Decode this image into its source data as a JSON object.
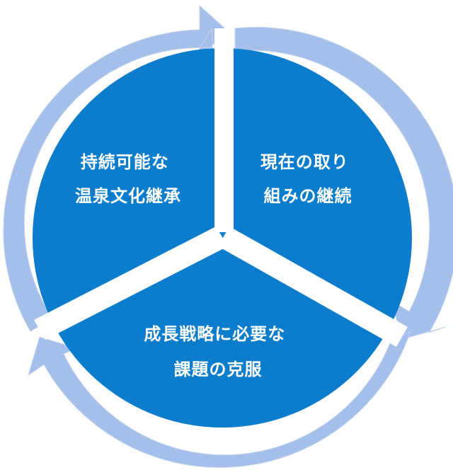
{
  "cycle": {
    "colors": {
      "ring": "#a4bfea",
      "ring_shadow": "#dddddd",
      "segment": "#0b7dcc",
      "divider": "#ffffff",
      "text": "#ffffff"
    },
    "segments": [
      {
        "line1": "持続可能な",
        "line2": "温泉文化継承"
      },
      {
        "line1": "現在の取り",
        "line2": "組みの継続"
      },
      {
        "line1": "成長戦略に必要な",
        "line2": "課題の克服"
      }
    ]
  }
}
